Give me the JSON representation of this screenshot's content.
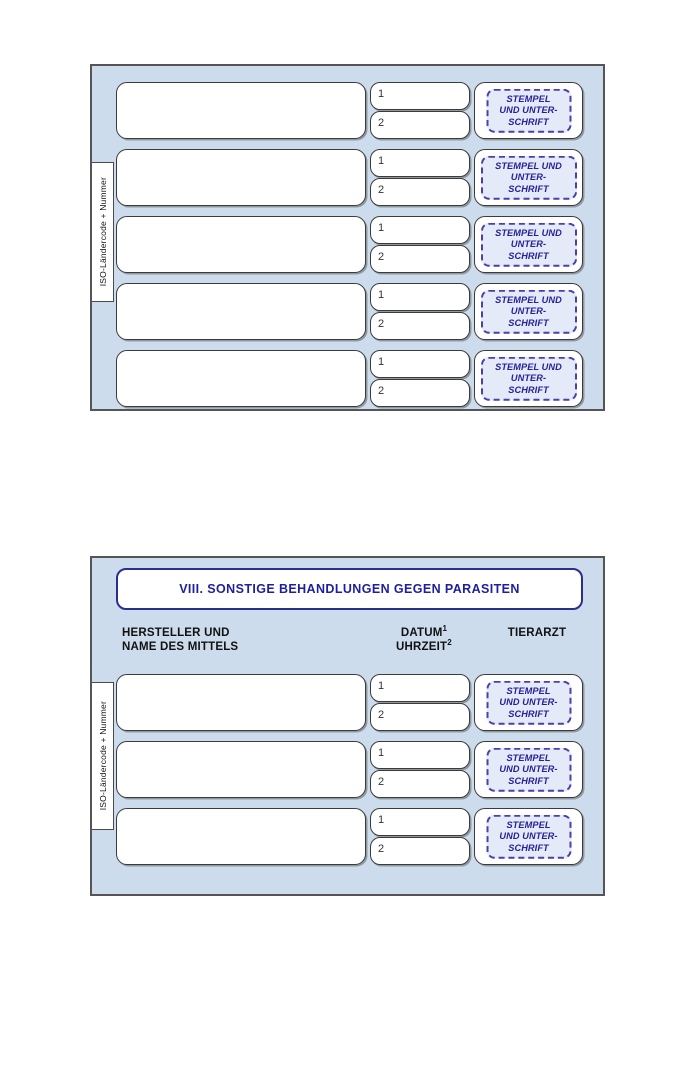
{
  "document": {
    "language": "de",
    "page_background": "#ffffff"
  },
  "colors": {
    "panel_background": "#ccdcec",
    "panel_border": "#555555",
    "title_border": "#2b2e8c",
    "title_text": "#1d1fa0",
    "cell_border": "#3b3b3b",
    "cell_background": "#ffffff",
    "stamp_border": "#4b3fa8",
    "stamp_background": "#e4eaf8",
    "stamp_text": "#26219b",
    "header_text": "#111111"
  },
  "sections": [
    {
      "id": "top-section",
      "has_title": false,
      "has_column_headers": false,
      "side_tab_label": "ISO-Ländercode + Nummer",
      "rows": [
        {
          "manufacturer_value": "",
          "date_number": "1",
          "time_number": "2",
          "stamp_text": "STEMPEL\nUND UNTER-\nSCHRIFT",
          "stamp_width": "narrow"
        },
        {
          "manufacturer_value": "",
          "date_number": "1",
          "time_number": "2",
          "stamp_text": "STEMPEL UND\nUNTER-\nSCHRIFT",
          "stamp_width": "wide"
        },
        {
          "manufacturer_value": "",
          "date_number": "1",
          "time_number": "2",
          "stamp_text": "STEMPEL UND\nUNTER-\nSCHRIFT",
          "stamp_width": "wide"
        },
        {
          "manufacturer_value": "",
          "date_number": "1",
          "time_number": "2",
          "stamp_text": "STEMPEL UND\nUNTER-\nSCHRIFT",
          "stamp_width": "wide"
        },
        {
          "manufacturer_value": "",
          "date_number": "1",
          "time_number": "2",
          "stamp_text": "STEMPEL UND\nUNTER-\nSCHRIFT",
          "stamp_width": "wide"
        }
      ]
    },
    {
      "id": "bottom-section",
      "has_title": true,
      "title": "VIII. SONSTIGE BEHANDLUNGEN GEGEN PARASITEN",
      "has_column_headers": true,
      "column_headers": {
        "manufacturer": "HERSTELLER UND\nNAME DES MITTELS",
        "date_main": "DATUM",
        "date_sup": "1",
        "time_main": "UHRZEIT",
        "time_sup": "2",
        "vet": "TIERARZT"
      },
      "side_tab_label": "ISO-Ländercode + Nummer",
      "rows": [
        {
          "manufacturer_value": "",
          "date_number": "1",
          "time_number": "2",
          "stamp_text": "STEMPEL\nUND UNTER-\nSCHRIFT",
          "stamp_width": "narrow"
        },
        {
          "manufacturer_value": "",
          "date_number": "1",
          "time_number": "2",
          "stamp_text": "STEMPEL\nUND UNTER-\nSCHRIFT",
          "stamp_width": "narrow"
        },
        {
          "manufacturer_value": "",
          "date_number": "1",
          "time_number": "2",
          "stamp_text": "STEMPEL\nUND UNTER-\nSCHRIFT",
          "stamp_width": "narrow"
        }
      ]
    }
  ]
}
